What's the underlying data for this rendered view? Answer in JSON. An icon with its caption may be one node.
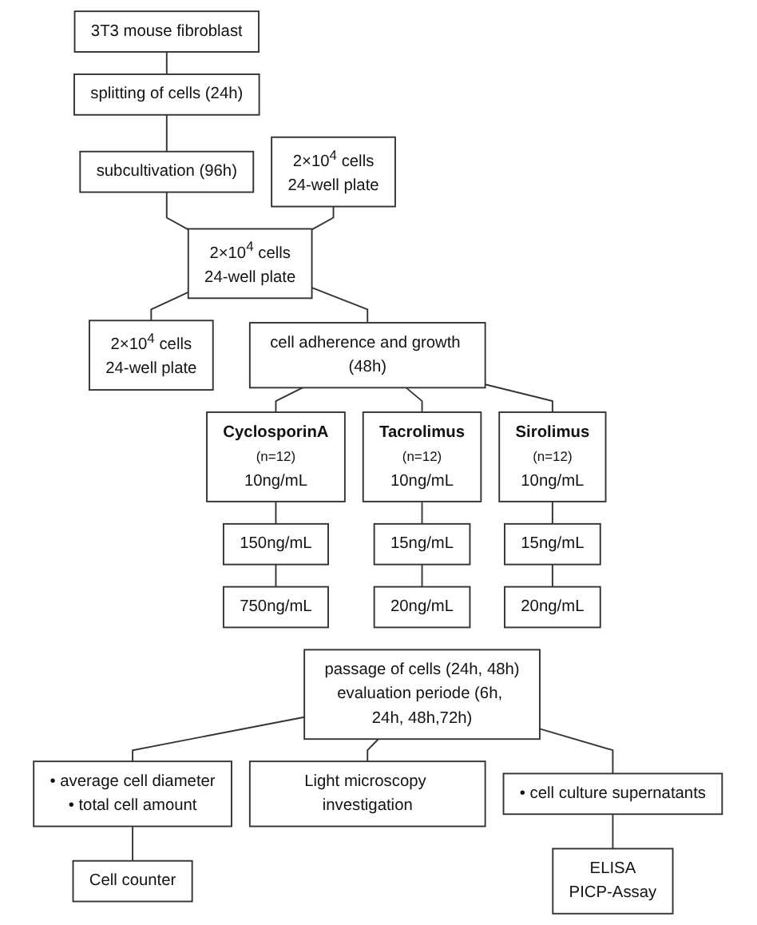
{
  "diagram": {
    "nodes": [
      {
        "text": [
          "3T3 mouse fibroblast"
        ]
      },
      {
        "text": [
          "splitting of cells (24h)"
        ]
      },
      {
        "text": [
          "subcultivation (96h)"
        ]
      },
      {
        "text": [
          "2×10$^{4}$ cells",
          "24-well plate"
        ]
      },
      {
        "text": [
          "2×10$^{4}$ cells",
          "24-well plate"
        ]
      },
      {
        "text": [
          "2×10$^{4}$ cells",
          "24-well plate"
        ]
      },
      {
        "text": [
          "cell adherence and growth (48h)"
        ]
      },
      {
        "text": [
          "CyclosporinA",
          "(n=12)",
          "10ng/mL"
        ]
      },
      {
        "text": [
          "Tacrolimus",
          "(n=12)",
          "10ng/mL"
        ]
      },
      {
        "text": [
          "Sirolimus",
          "(n=12)",
          "10ng/mL"
        ]
      },
      {
        "text": [
          "150ng/mL"
        ]
      },
      {
        "text": [
          "15ng/mL"
        ]
      },
      {
        "text": [
          "15ng/mL"
        ]
      },
      {
        "text": [
          "750ng/mL"
        ]
      },
      {
        "text": [
          "20ng/mL"
        ]
      },
      {
        "text": [
          "20ng/mL"
        ]
      },
      {
        "text": [
          "passage of cells (24h, 48h)",
          "evaluation periode (6h, 24h, 48h,72h)"
        ]
      },
      {
        "text": [
          "• average cell diameter",
          "• total cell amount"
        ]
      },
      {
        "text": [
          "Light microscopy investigation"
        ]
      },
      {
        "text": [
          "• cell culture supernatants"
        ]
      },
      {
        "text": [
          "Cell counter"
        ]
      },
      {
        "text": [
          "ELISA",
          "PICP-Assay"
        ]
      }
    ],
    "edges": [
      {
        "from": 0,
        "to": 1,
        "arrow": "none"
      },
      {
        "from": 1,
        "to": 2,
        "arrow": "none"
      },
      {
        "from": 2,
        "to": 4,
        "arrow": "none"
      },
      {
        "from": 3,
        "to": 4,
        "arrow": "none"
      },
      {
        "from": 4,
        "to": 5,
        "arrow": "none"
      },
      {
        "from": 4,
        "to": 6,
        "arrow": "none"
      },
      {
        "from": 6,
        "to": 7,
        "arrow": "none"
      },
      {
        "from": 6,
        "to": 8,
        "arrow": "none"
      },
      {
        "from": 6,
        "to": 9,
        "arrow": "none"
      },
      {
        "from": 7,
        "to": 10,
        "arrow": "none"
      },
      {
        "from": 8,
        "to": 11,
        "arrow": "none"
      },
      {
        "from": 9,
        "to": 12,
        "arrow": "none"
      },
      {
        "from": 10,
        "to": 13,
        "arrow": "none"
      },
      {
        "from": 11,
        "to": 14,
        "arrow": "none"
      },
      {
        "from": 12,
        "to": 15,
        "arrow": "none"
      },
      {
        "from": 16,
        "to": 17,
        "arrow": "none"
      },
      {
        "from": 16,
        "to": 18,
        "arrow": "none"
      },
      {
        "from": 16,
        "to": 19,
        "arrow": "none"
      },
      {
        "from": 17,
        "to": 20,
        "arrow": "none"
      },
      {
        "from": 19,
        "to": 21,
        "arrow": "none"
      }
    ]
  }
}
